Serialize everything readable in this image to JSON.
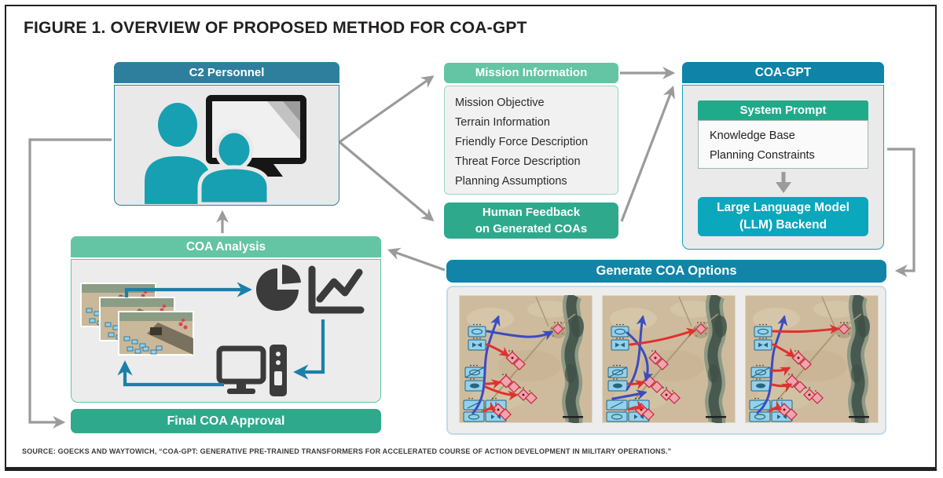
{
  "title": "FIGURE 1. OVERVIEW OF PROPOSED METHOD FOR COA-GPT",
  "source": "SOURCE: GOECKS AND WAYTOWICH, “COA-GPT: GENERATIVE PRE-TRAINED TRANSFORMERS FOR ACCELERATED COURSE OF ACTION DEVELOPMENT IN MILITARY OPERATIONS.”",
  "boxes": {
    "c2_personnel": {
      "title": "C2 Personnel"
    },
    "mission_information": {
      "title": "Mission Information",
      "items": [
        "Mission Objective",
        "Terrain Information",
        "Friendly Force Description",
        "Threat Force Description",
        "Planning Assumptions"
      ]
    },
    "human_feedback": {
      "line1": "Human Feedback",
      "line2": "on Generated COAs"
    },
    "coa_gpt": {
      "title": "COA-GPT",
      "system_prompt_title": "System Prompt",
      "system_prompt_items": [
        "Knowledge Base",
        "Planning Constraints"
      ],
      "llm_line1": "Large Language Model",
      "llm_line2": "(LLM) Backend"
    },
    "coa_analysis": {
      "title": "COA Analysis"
    },
    "final_coa_approval": {
      "title": "Final COA Approval"
    },
    "generate_coa_options": {
      "title": "Generate COA Options"
    }
  },
  "colors": {
    "c2_header_teal": "#2E7F9E",
    "coagpt_header_cyan": "#0F83A8",
    "generate_header_cyan": "#1184A8",
    "light_green_header": "#63C5A3",
    "mid_green": "#2FA98C",
    "system_prompt_green": "#1FAB8A",
    "llm_cyan": "#0AA7BD",
    "connector_gray": "#9B9B9B",
    "analysis_arrow_blue": "#1C7FA8",
    "map_arrow_blue": "#3B4CC0",
    "map_arrow_red": "#E03030",
    "person_teal": "#17A0B1"
  }
}
